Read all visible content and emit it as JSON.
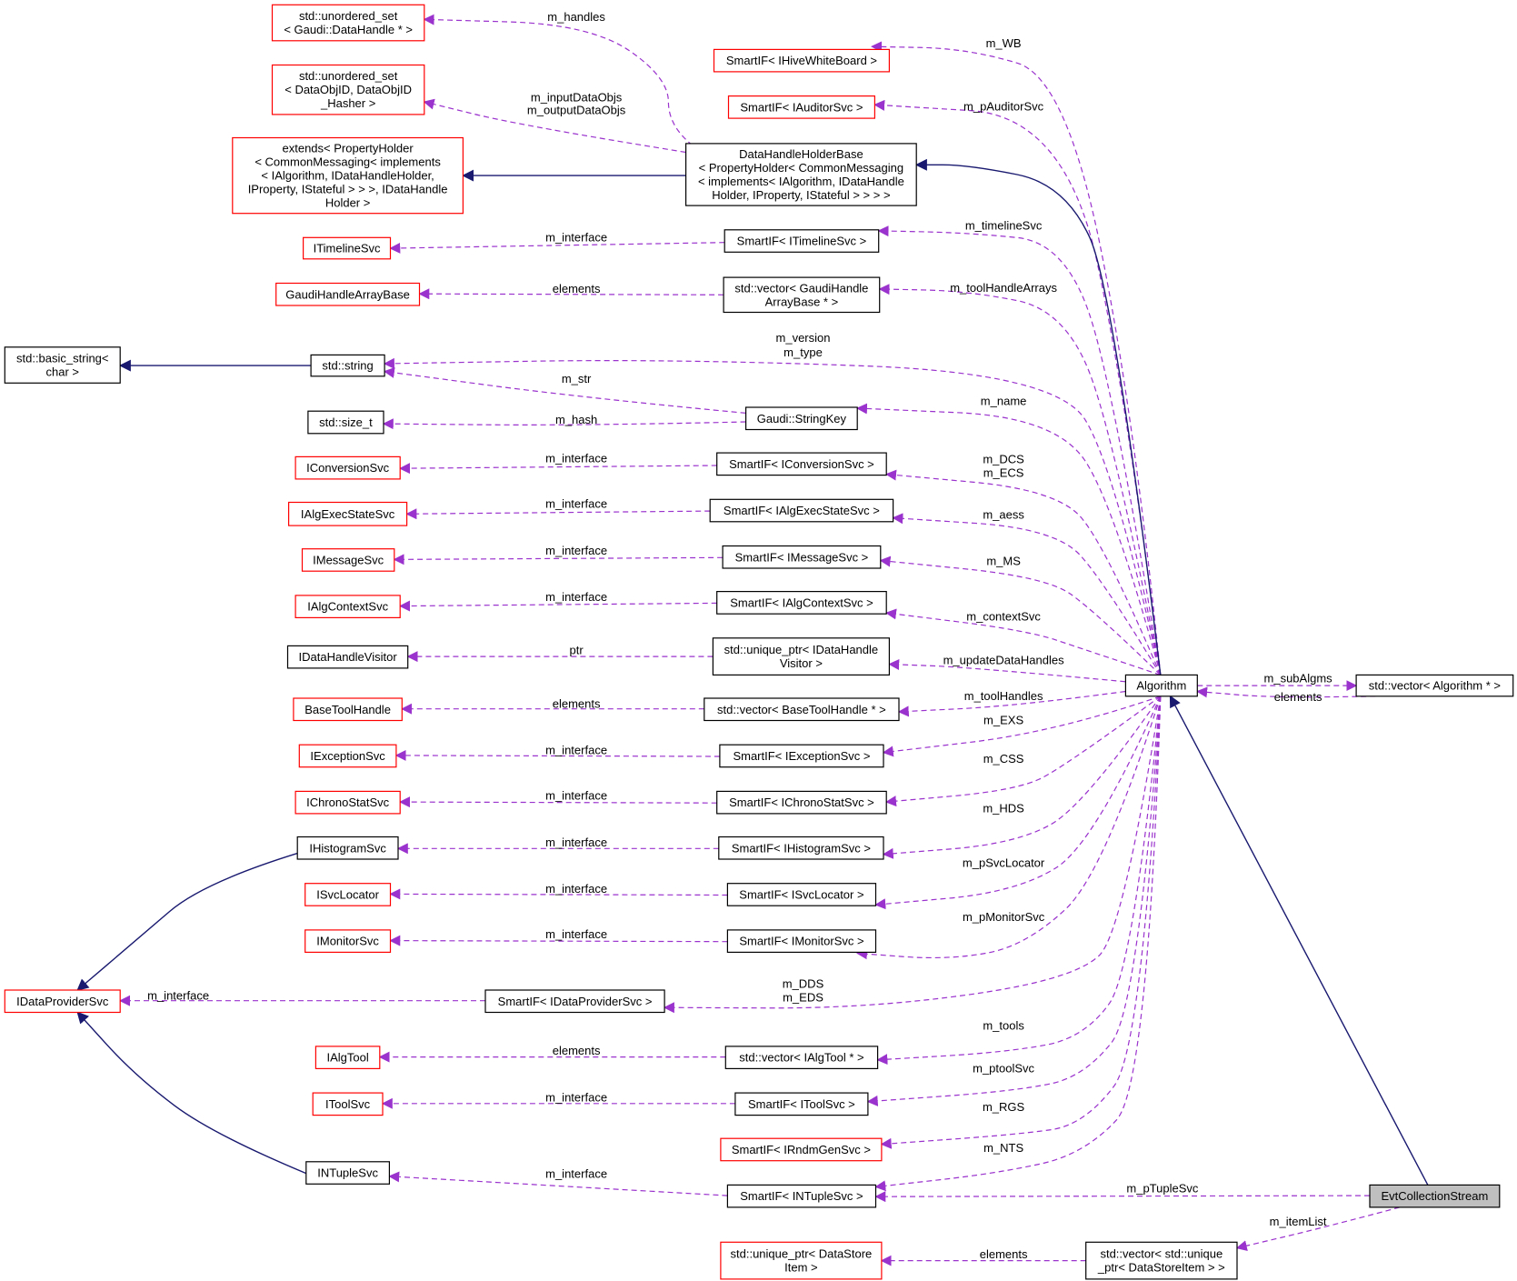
{
  "nodes": {
    "unordered_set_handle": {
      "lines": [
        "std::unordered_set",
        "< Gaudi::DataHandle * >"
      ],
      "style": "red"
    },
    "unordered_set_objid": {
      "lines": [
        "std::unordered_set",
        "< DataObjID, DataObjID",
        "_Hasher >"
      ],
      "style": "red"
    },
    "extends": {
      "lines": [
        "extends< PropertyHolder",
        "< CommonMessaging< implements",
        "< IAlgorithm, IDataHandleHolder,",
        "IProperty, IStateful > > >, IDataHandle",
        "Holder >"
      ],
      "style": "red"
    },
    "itimeline": {
      "lines": [
        "ITimelineSvc"
      ],
      "style": "red"
    },
    "gaudihandlearraybase": {
      "lines": [
        "GaudiHandleArrayBase"
      ],
      "style": "red"
    },
    "basic_string": {
      "lines": [
        "std::basic_string<",
        "char >"
      ],
      "style": "black"
    },
    "std_string": {
      "lines": [
        "std::string"
      ],
      "style": "black"
    },
    "size_t": {
      "lines": [
        "std::size_t"
      ],
      "style": "black"
    },
    "iconversion": {
      "lines": [
        "IConversionSvc"
      ],
      "style": "red"
    },
    "ialgexec": {
      "lines": [
        "IAlgExecStateSvc"
      ],
      "style": "red"
    },
    "imessage": {
      "lines": [
        "IMessageSvc"
      ],
      "style": "red"
    },
    "ialgcontext": {
      "lines": [
        "IAlgContextSvc"
      ],
      "style": "red"
    },
    "idatahandlevisitor": {
      "lines": [
        "IDataHandleVisitor"
      ],
      "style": "black"
    },
    "basetoolhandle": {
      "lines": [
        "BaseToolHandle"
      ],
      "style": "red"
    },
    "iexception": {
      "lines": [
        "IExceptionSvc"
      ],
      "style": "red"
    },
    "ichronostat": {
      "lines": [
        "IChronoStatSvc"
      ],
      "style": "red"
    },
    "ihistogram": {
      "lines": [
        "IHistogramSvc"
      ],
      "style": "black"
    },
    "isvclocator": {
      "lines": [
        "ISvcLocator"
      ],
      "style": "red"
    },
    "imonitor": {
      "lines": [
        "IMonitorSvc"
      ],
      "style": "red"
    },
    "idataprovider": {
      "lines": [
        "IDataProviderSvc"
      ],
      "style": "red"
    },
    "ialgtool": {
      "lines": [
        "IAlgTool"
      ],
      "style": "red"
    },
    "itoolsvc": {
      "lines": [
        "IToolSvc"
      ],
      "style": "red"
    },
    "intuple": {
      "lines": [
        "INTupleSvc"
      ],
      "style": "black"
    },
    "smartif_whiteboard": {
      "lines": [
        "SmartIF< IHiveWhiteBoard >"
      ],
      "style": "red"
    },
    "smartif_auditor": {
      "lines": [
        "SmartIF< IAuditorSvc >"
      ],
      "style": "red"
    },
    "datahandleholderbase": {
      "lines": [
        "DataHandleHolderBase",
        "< PropertyHolder< CommonMessaging",
        "< implements< IAlgorithm, IDataHandle",
        "Holder, IProperty, IStateful > > > >"
      ],
      "style": "black"
    },
    "smartif_timeline": {
      "lines": [
        "SmartIF< ITimelineSvc >"
      ],
      "style": "black"
    },
    "vector_gaudihandle": {
      "lines": [
        "std::vector< GaudiHandle",
        "ArrayBase * >"
      ],
      "style": "black"
    },
    "stringkey": {
      "lines": [
        "Gaudi::StringKey"
      ],
      "style": "black"
    },
    "smartif_conversion": {
      "lines": [
        "SmartIF< IConversionSvc >"
      ],
      "style": "black"
    },
    "smartif_algexec": {
      "lines": [
        "SmartIF< IAlgExecStateSvc >"
      ],
      "style": "black"
    },
    "smartif_message": {
      "lines": [
        "SmartIF< IMessageSvc >"
      ],
      "style": "black"
    },
    "smartif_algcontext": {
      "lines": [
        "SmartIF< IAlgContextSvc >"
      ],
      "style": "black"
    },
    "unique_ptr_visitor": {
      "lines": [
        "std::unique_ptr< IDataHandle",
        "Visitor >"
      ],
      "style": "black"
    },
    "vector_basetoolhandle": {
      "lines": [
        "std::vector< BaseToolHandle * >"
      ],
      "style": "black"
    },
    "smartif_exception": {
      "lines": [
        "SmartIF< IExceptionSvc >"
      ],
      "style": "black"
    },
    "smartif_chronostat": {
      "lines": [
        "SmartIF< IChronoStatSvc >"
      ],
      "style": "black"
    },
    "smartif_histogram": {
      "lines": [
        "SmartIF< IHistogramSvc >"
      ],
      "style": "black"
    },
    "smartif_svclocator": {
      "lines": [
        "SmartIF< ISvcLocator >"
      ],
      "style": "black"
    },
    "smartif_monitor": {
      "lines": [
        "SmartIF< IMonitorSvc >"
      ],
      "style": "black"
    },
    "smartif_dataprovider": {
      "lines": [
        "SmartIF< IDataProviderSvc >"
      ],
      "style": "black"
    },
    "vector_algtool": {
      "lines": [
        "std::vector< IAlgTool * >"
      ],
      "style": "black"
    },
    "smartif_toolsvc": {
      "lines": [
        "SmartIF< IToolSvc >"
      ],
      "style": "black"
    },
    "smartif_rndmgen": {
      "lines": [
        "SmartIF< IRndmGenSvc >"
      ],
      "style": "red"
    },
    "smartif_ntuple": {
      "lines": [
        "SmartIF< INTupleSvc >"
      ],
      "style": "black"
    },
    "unique_ptr_datastore": {
      "lines": [
        "std::unique_ptr< DataStore",
        "Item >"
      ],
      "style": "red"
    },
    "algorithm": {
      "lines": [
        "Algorithm"
      ],
      "style": "black"
    },
    "vector_algorithm": {
      "lines": [
        "std::vector< Algorithm * >"
      ],
      "style": "black"
    },
    "evtcollectionstream": {
      "lines": [
        "EvtCollectionStream"
      ],
      "style": "focus"
    },
    "vector_datastoreitem": {
      "lines": [
        "std::vector< std::unique",
        "_ptr< DataStoreItem > >"
      ],
      "style": "black"
    }
  },
  "edges": {
    "m_handles": [
      "m_handles"
    ],
    "m_objs": [
      "m_inputDataObjs",
      "m_outputDataObjs"
    ],
    "iface_timeline": [
      "m_interface"
    ],
    "elements_gaudihandle": [
      "elements"
    ],
    "m_str": [
      "m_str"
    ],
    "m_hash": [
      "m_hash"
    ],
    "iface_conversion": [
      "m_interface"
    ],
    "iface_algexec": [
      "m_interface"
    ],
    "iface_message": [
      "m_interface"
    ],
    "iface_algcontext": [
      "m_interface"
    ],
    "ptr_visitor": [
      "ptr"
    ],
    "elements_basetool": [
      "elements"
    ],
    "iface_exception": [
      "m_interface"
    ],
    "iface_chronostat": [
      "m_interface"
    ],
    "iface_histogram": [
      "m_interface"
    ],
    "iface_svclocator": [
      "m_interface"
    ],
    "iface_monitor": [
      "m_interface"
    ],
    "iface_dataprovider": [
      "m_interface"
    ],
    "elements_algtool": [
      "elements"
    ],
    "iface_toolsvc": [
      "m_interface"
    ],
    "iface_ntuple": [
      "m_interface"
    ],
    "elements_datastore": [
      "elements"
    ],
    "m_WB": [
      "m_WB"
    ],
    "m_pAuditorSvc": [
      "m_pAuditorSvc"
    ],
    "m_timelineSvc": [
      "m_timelineSvc"
    ],
    "m_toolHandleArrays": [
      "m_toolHandleArrays"
    ],
    "m_version_type": [
      "m_version",
      "m_type"
    ],
    "m_name": [
      "m_name"
    ],
    "m_DCS_ECS": [
      "m_DCS",
      "m_ECS"
    ],
    "m_aess": [
      "m_aess"
    ],
    "m_MS": [
      "m_MS"
    ],
    "m_contextSvc": [
      "m_contextSvc"
    ],
    "m_updateDataHandles": [
      "m_updateDataHandles"
    ],
    "m_toolHandles": [
      "m_toolHandles"
    ],
    "m_EXS": [
      "m_EXS"
    ],
    "m_CSS": [
      "m_CSS"
    ],
    "m_HDS": [
      "m_HDS"
    ],
    "m_pSvcLocator": [
      "m_pSvcLocator"
    ],
    "m_pMonitorSvc": [
      "m_pMonitorSvc"
    ],
    "m_DDS_EDS": [
      "m_DDS",
      "m_EDS"
    ],
    "m_tools": [
      "m_tools"
    ],
    "m_ptoolSvc": [
      "m_ptoolSvc"
    ],
    "m_RGS": [
      "m_RGS"
    ],
    "m_NTS": [
      "m_NTS"
    ],
    "m_pTupleSvc": [
      "m_pTupleSvc"
    ],
    "m_itemList": [
      "m_itemList"
    ],
    "m_subAlgms": [
      "m_subAlgms"
    ],
    "elements_algorithm": [
      "elements"
    ],
    "m_interface_idp": [
      "m_interface"
    ]
  },
  "colors": {
    "usage_edge": "#9a32cd",
    "inheritance_edge": "#191970",
    "documented_border": "#000000",
    "undocumented_border": "#ff0000",
    "focus_fill": "#bfbfbf"
  }
}
